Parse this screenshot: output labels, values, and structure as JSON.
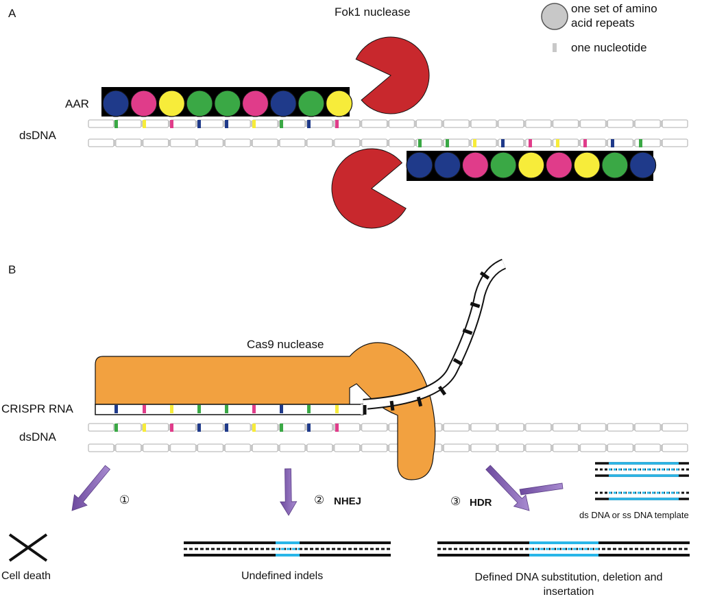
{
  "panel_a": {
    "letter": "A",
    "fok1_label": "Fok1 nuclease",
    "aar_label": "AAR",
    "dsdna_label": "dsDNA",
    "legend": {
      "aa_repeat_label": "one set of amino acid repeats",
      "nucleotide_label": "one nucleotide"
    },
    "top_repeat_colors": [
      "blue",
      "magenta",
      "yellow",
      "green",
      "green",
      "magenta",
      "blue",
      "green",
      "yellow"
    ],
    "bottom_repeat_colors": [
      "blue",
      "blue",
      "magenta",
      "green",
      "yellow",
      "magenta",
      "yellow",
      "green",
      "blue"
    ]
  },
  "panel_b": {
    "letter": "B",
    "cas9_label": "Cas9 nuclease",
    "crispr_label": "CRISPR RNA",
    "dsdna_label": "dsDNA",
    "outcome_1": {
      "marker": "①",
      "result": "Cell death"
    },
    "outcome_2": {
      "marker": "②",
      "pathway": "NHEJ",
      "result": "Undefined indels"
    },
    "outcome_3": {
      "marker": "③",
      "pathway": "HDR",
      "result": "Defined DNA substitution, deletion and insertation"
    },
    "template_label": "ds DNA or ss DNA template"
  },
  "colors": {
    "blue": "#1f3a8a",
    "magenta": "#e03c8a",
    "yellow": "#f7ec3a",
    "green": "#3aa845",
    "red": "#c8282d",
    "orange": "#f2a140",
    "purple": "#8a5cb8",
    "cyan": "#29b6e8",
    "grey": "#c8c8c8"
  }
}
